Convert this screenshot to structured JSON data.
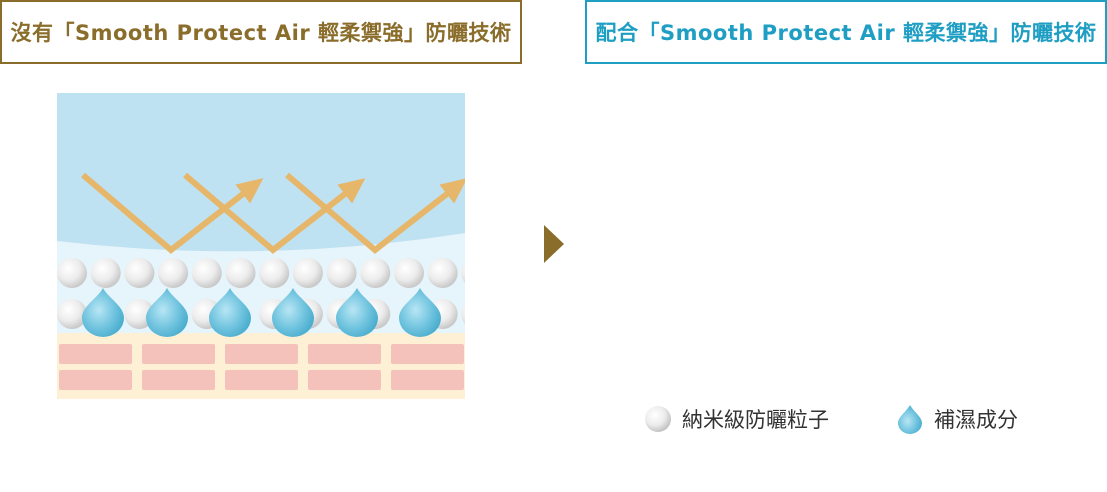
{
  "headers": {
    "left": "沒有「Smooth Protect Air 輕柔禦強」防曬技術",
    "right": "配合「Smooth Protect Air 輕柔禦強」防曬技術"
  },
  "legend": {
    "nano_particles": "納米級防曬粒子",
    "moisturizer": "補濕成分"
  },
  "colors": {
    "left_accent": "#8a6d2a",
    "right_accent": "#1f9ec4",
    "sky": "#bfe2f2",
    "uv_arrow": "#e6b66a",
    "skin_cell": "#f5c2bb",
    "skin_bg": "#fdf0d4",
    "droplet": "#6fc3de"
  },
  "icons": {
    "next": "triangle-right-icon",
    "particle": "white-sphere-icon",
    "droplet": "water-droplet-icon"
  }
}
